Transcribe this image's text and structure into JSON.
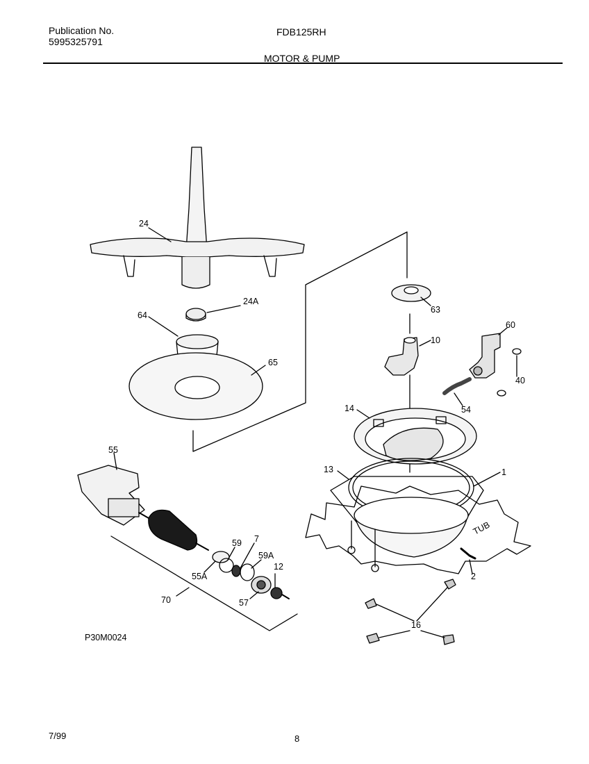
{
  "header": {
    "publication_label": "Publication No.",
    "publication_number": "5995325791",
    "model": "FDB125RH",
    "section_title": "MOTOR & PUMP"
  },
  "diagram": {
    "code": "P30M0024",
    "tub_text": "TUB",
    "callouts": {
      "c24": "24",
      "c24a": "24A",
      "c64": "64",
      "c65": "65",
      "c63": "63",
      "c10": "10",
      "c60": "60",
      "c40": "40",
      "c54": "54",
      "c14": "14",
      "c13": "13",
      "c1": "1",
      "c2": "2",
      "c16": "16",
      "c55": "55",
      "c59": "59",
      "c7": "7",
      "c59a": "59A",
      "c12": "12",
      "c55a": "55A",
      "c57": "57",
      "c70": "70"
    }
  },
  "footer": {
    "date": "7/99",
    "page_number": "8"
  }
}
